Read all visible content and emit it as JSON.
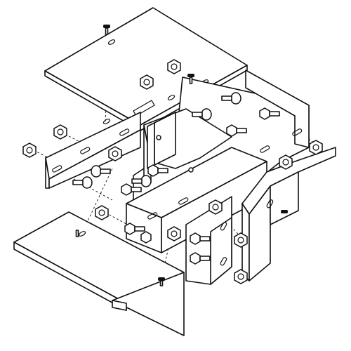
{
  "diagram": {
    "style": "black line-art exploded assembly",
    "colors": {
      "line": "#111111",
      "background": "#ffffff"
    },
    "parts": [
      {
        "name": "top-cover-plate"
      },
      {
        "name": "bottom-cover-plate"
      },
      {
        "name": "tee-tray-body"
      },
      {
        "name": "left-side-rail"
      },
      {
        "name": "center-rail-channel"
      },
      {
        "name": "right-side-rail"
      },
      {
        "name": "angled-bracket"
      },
      {
        "name": "hex-nuts"
      },
      {
        "name": "carriage-bolts"
      },
      {
        "name": "screws"
      }
    ]
  }
}
